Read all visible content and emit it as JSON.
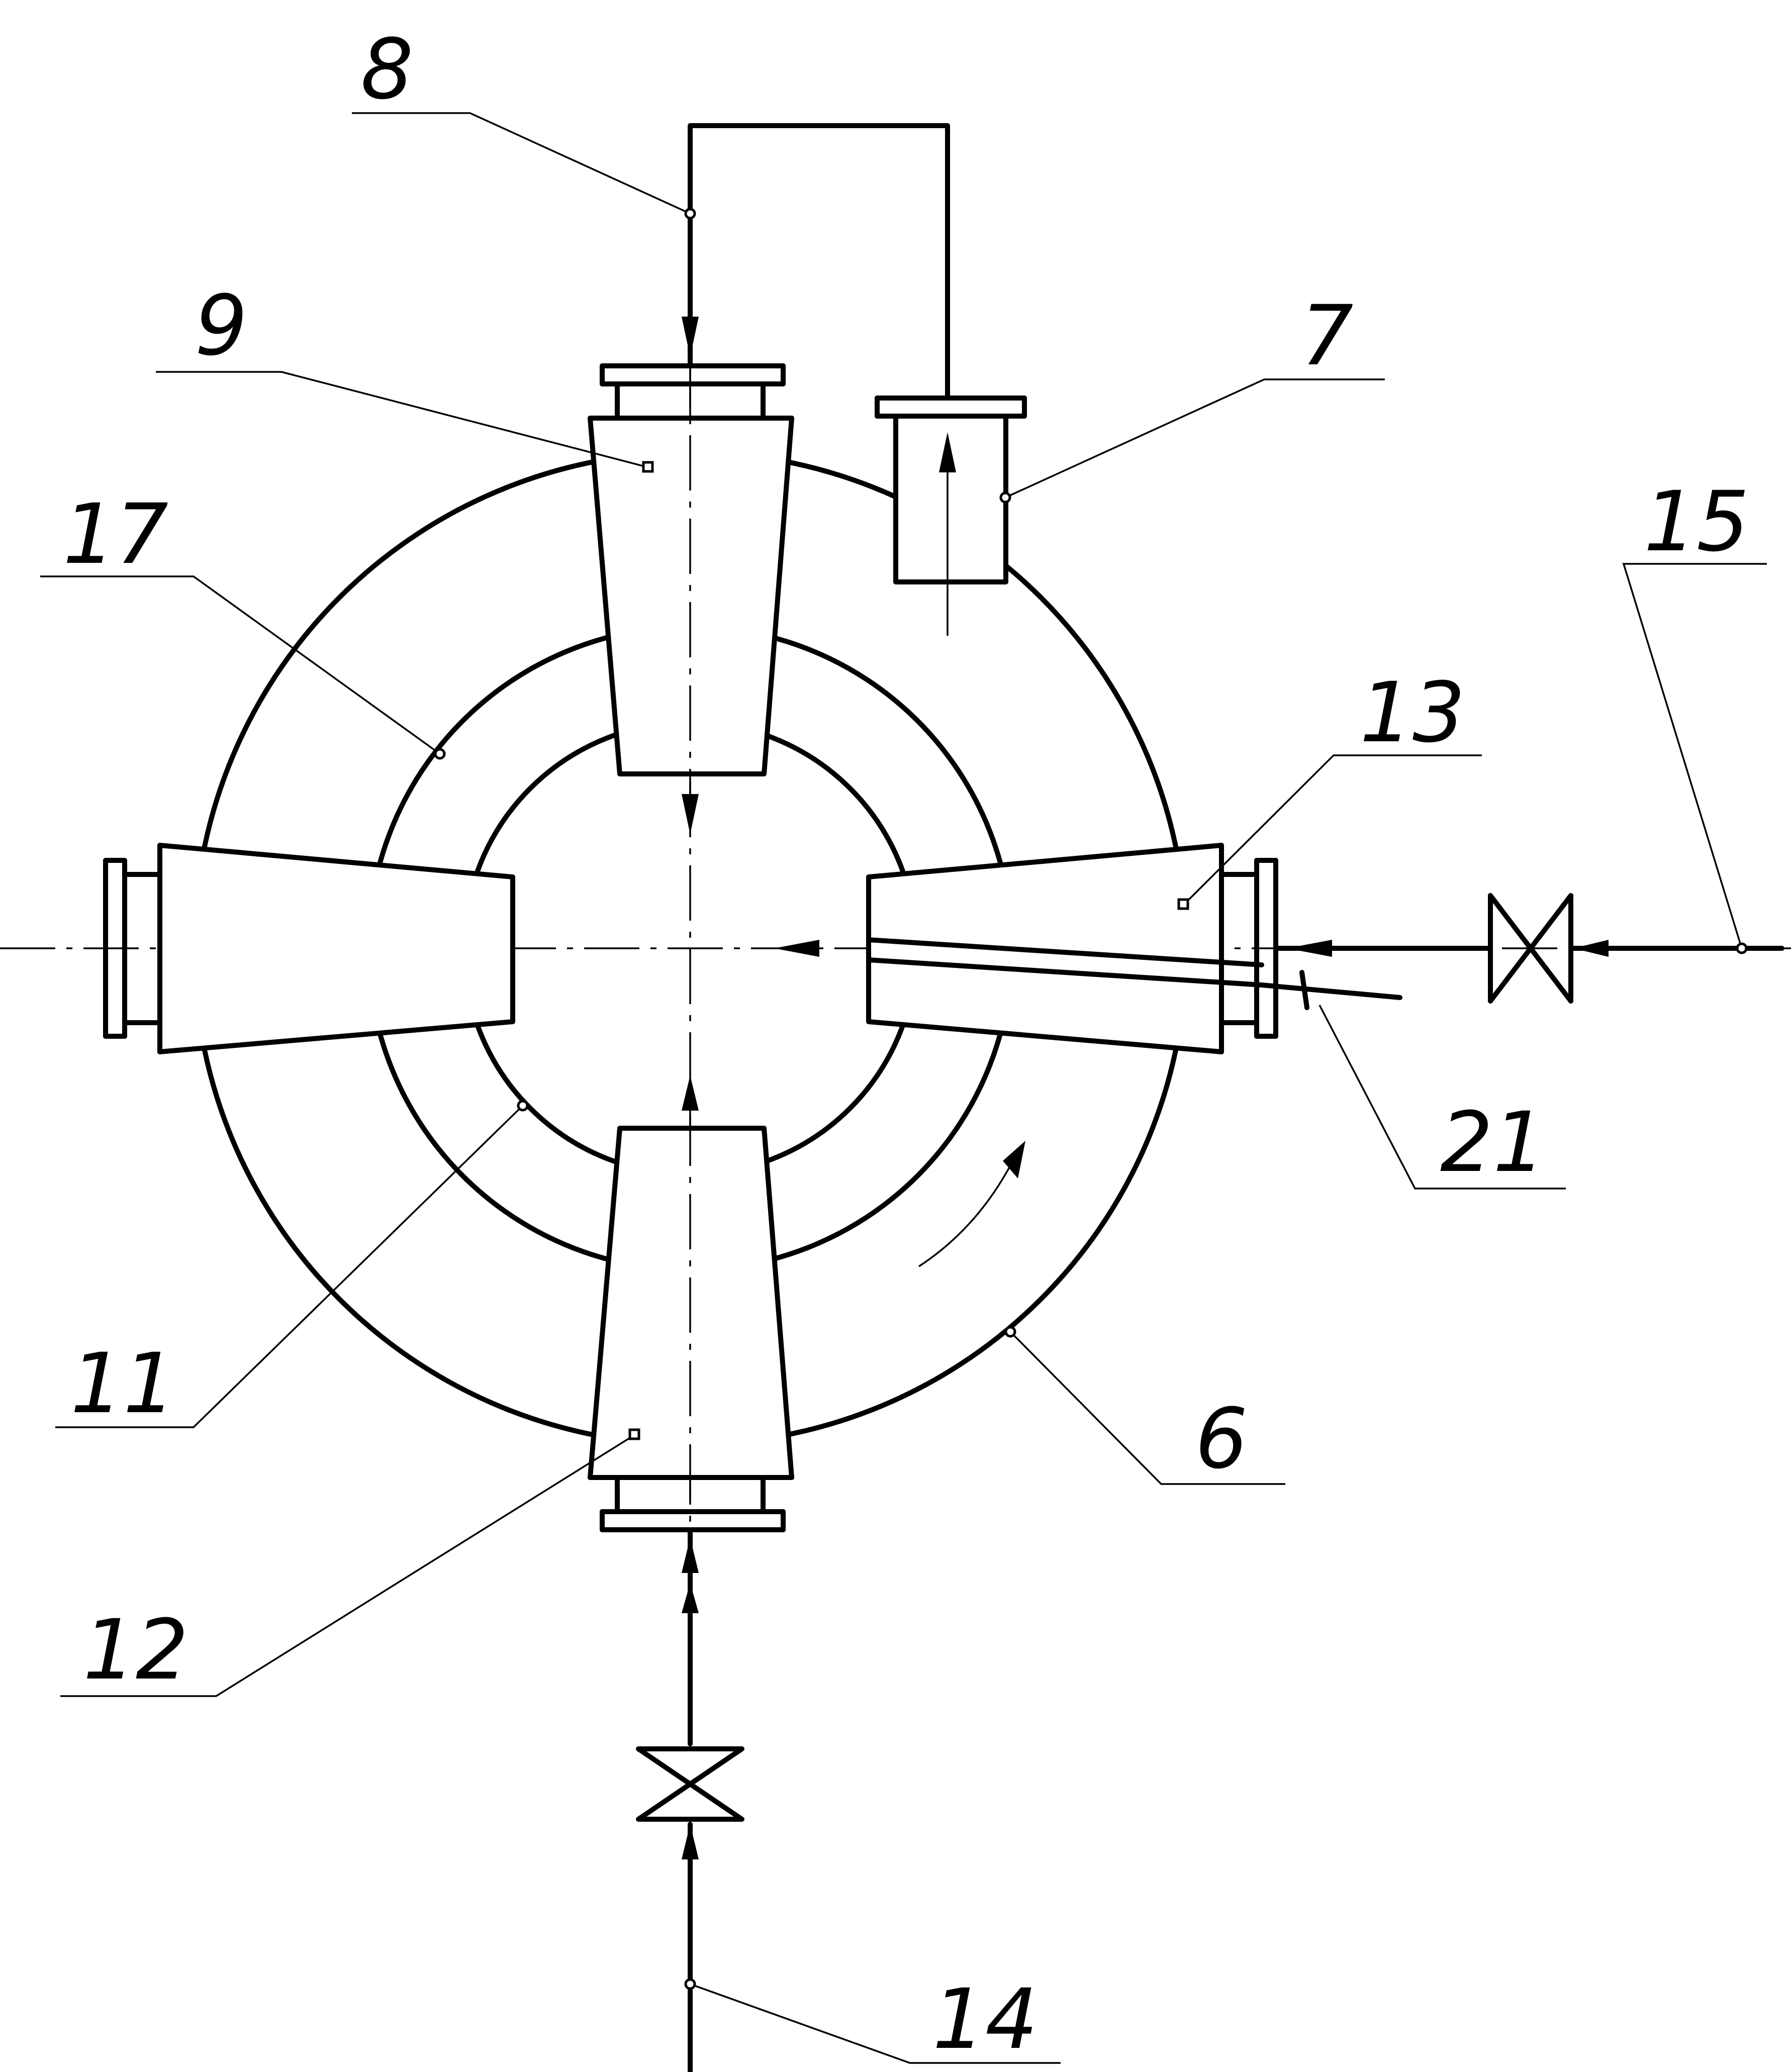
{
  "callouts": [
    {
      "id": "8",
      "label": "8"
    },
    {
      "id": "9",
      "label": "9"
    },
    {
      "id": "7",
      "label": "7"
    },
    {
      "id": "15",
      "label": "15"
    },
    {
      "id": "17",
      "label": "17"
    },
    {
      "id": "13",
      "label": "13"
    },
    {
      "id": "21",
      "label": "21"
    },
    {
      "id": "11",
      "label": "11"
    },
    {
      "id": "6",
      "label": "6"
    },
    {
      "id": "12",
      "label": "12"
    },
    {
      "id": "14",
      "label": "14"
    }
  ],
  "colors": {
    "line": "#000000",
    "background": "#ffffff"
  }
}
